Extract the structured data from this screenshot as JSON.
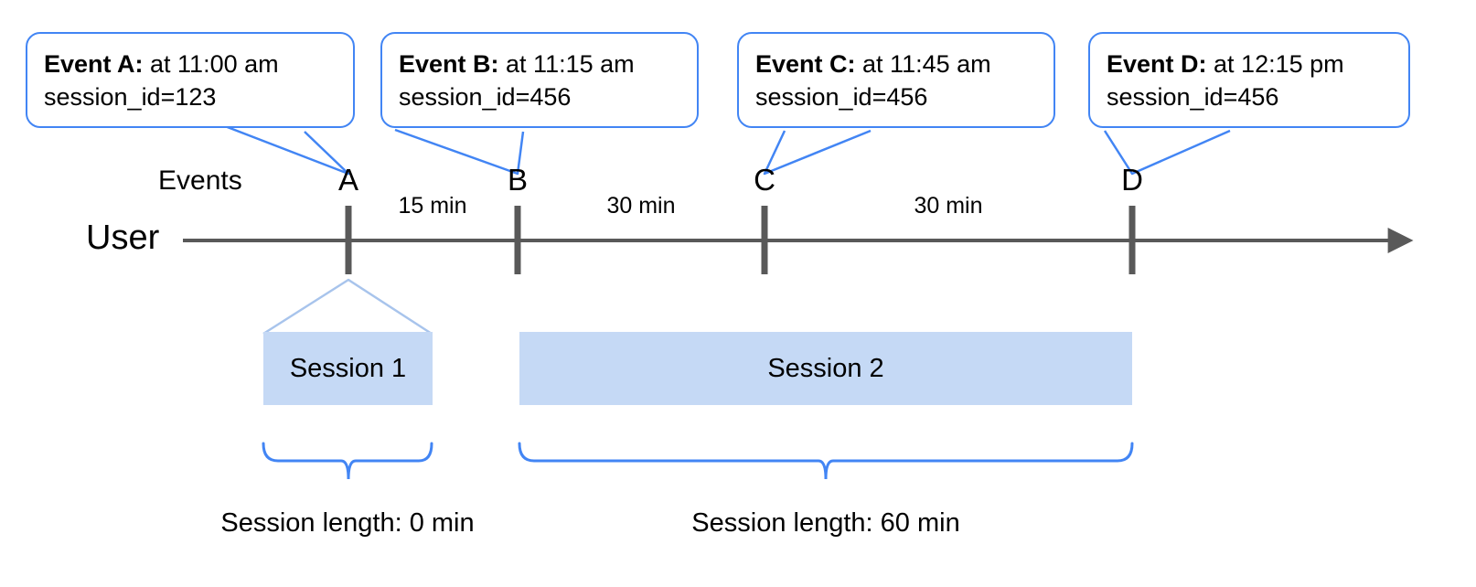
{
  "diagram": {
    "title_row_labels": {
      "events": "Events",
      "user": "User"
    },
    "callouts": [
      {
        "id": "event-a",
        "name": "Event A:",
        "time": " at 11:00 am",
        "session_line": "session_id=123"
      },
      {
        "id": "event-b",
        "name": "Event B:",
        "time": " at 11:15 am",
        "session_line": "session_id=456"
      },
      {
        "id": "event-c",
        "name": "Event C:",
        "time": " at 11:45 am",
        "session_line": "session_id=456"
      },
      {
        "id": "event-d",
        "name": "Event D:",
        "time": " at 12:15 pm",
        "session_line": "session_id=456"
      }
    ],
    "event_markers": [
      "A",
      "B",
      "C",
      "D"
    ],
    "gap_labels": [
      "15 min",
      "30 min",
      "30 min"
    ],
    "sessions": [
      {
        "id": "session-1",
        "label": "Session 1",
        "length_label": "Session length: 0 min"
      },
      {
        "id": "session-2",
        "label": "Session 2",
        "length_label": "Session length: 60 min"
      }
    ],
    "colors": {
      "accent_blue": "#4285f4",
      "session_fill": "#c5d9f5",
      "axis_gray": "#595959",
      "text_black": "#000000"
    }
  }
}
